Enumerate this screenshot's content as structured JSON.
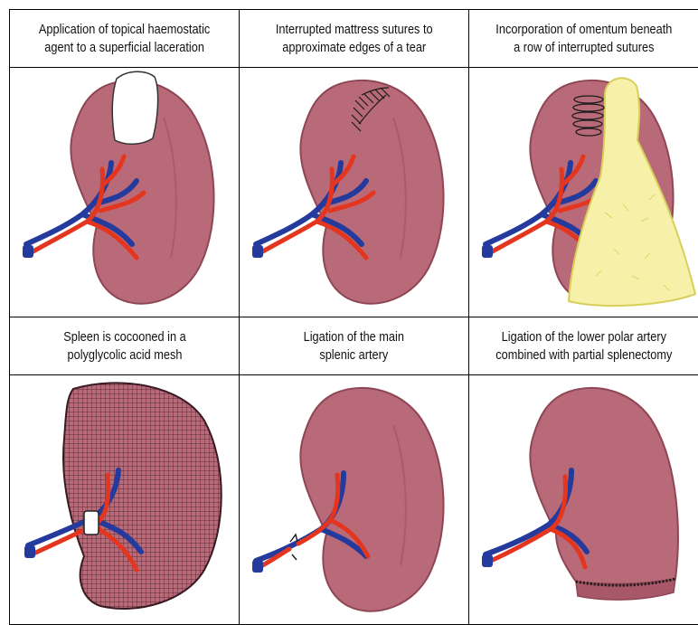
{
  "panels": [
    {
      "caption": "Application of topical haemostatic\nagent to a superficial laceration"
    },
    {
      "caption": "Interrupted mattress sutures to\napproximate edges of a tear"
    },
    {
      "caption": "Incorporation of omentum beneath\na row of interrupted sutures"
    },
    {
      "caption": "Spleen is cocooned in a\npolyglycolic acid mesh"
    },
    {
      "caption": "Ligation of the main\nsplenic artery"
    },
    {
      "caption": "Ligation of the lower polar artery\ncombined with partial splenectomy"
    }
  ],
  "colors": {
    "spleen": "#b96a78",
    "spleen_edge": "#8e4655",
    "artery": "#e4361f",
    "vein": "#243a9c",
    "pad": "#ffffff",
    "omentum": "#f6f0a8",
    "mesh": "#3a1a22"
  }
}
